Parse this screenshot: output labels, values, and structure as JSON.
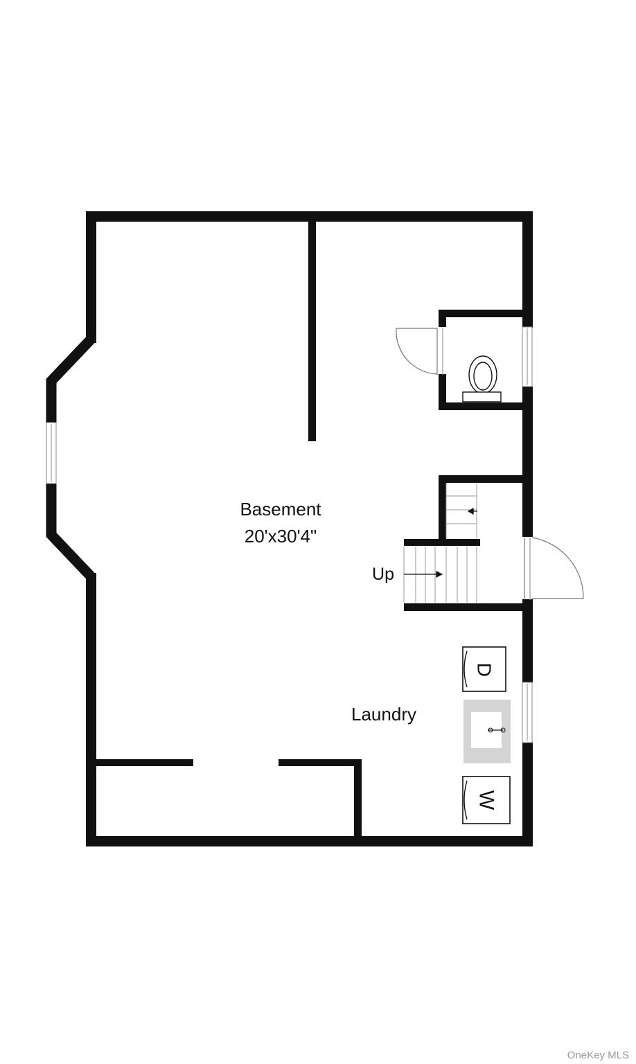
{
  "rooms": {
    "basement": {
      "name": "Basement",
      "dimensions": "20'x30'4\""
    },
    "laundry": {
      "name": "Laundry"
    }
  },
  "stairs": {
    "direction_label": "Up"
  },
  "appliances": {
    "dryer_label": "D",
    "washer_label": "W"
  },
  "watermark": "OneKey MLS",
  "colors": {
    "wall": "#111111",
    "sink_counter": "#d4d4d4",
    "background": "#ffffff"
  },
  "icons": [
    "toilet-icon",
    "sink-icon",
    "door-swing-icon",
    "window-icon",
    "stair-arrow-icon"
  ]
}
